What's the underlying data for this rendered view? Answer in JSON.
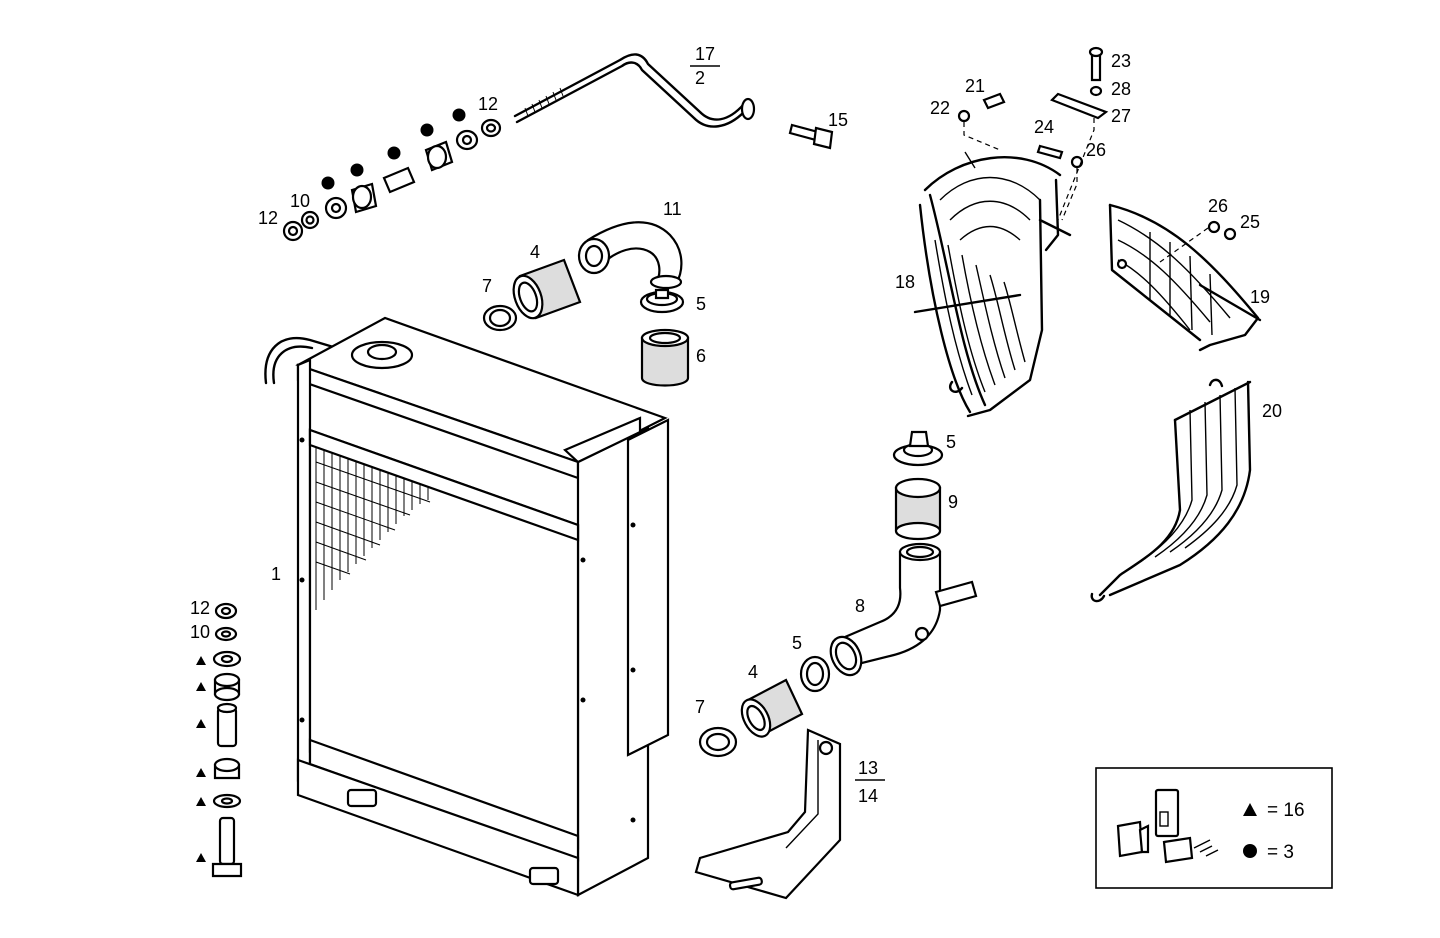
{
  "callouts": {
    "c1": "1",
    "c4a": "4",
    "c4b": "4",
    "c5a": "5",
    "c5b": "5",
    "c5c": "5",
    "c6": "6",
    "c7a": "7",
    "c7b": "7",
    "c8": "8",
    "c9": "9",
    "c10a": "10",
    "c10b": "10",
    "c11": "11",
    "c12a": "12",
    "c12b": "12",
    "c12c": "12",
    "c13": "13",
    "c14": "14",
    "c15": "15",
    "c17": "17",
    "c2": "2",
    "c18": "18",
    "c19": "19",
    "c20": "20",
    "c21": "21",
    "c22": "22",
    "c23": "23",
    "c24": "24",
    "c25": "25",
    "c26a": "26",
    "c26b": "26",
    "c27": "27",
    "c28": "28"
  },
  "legend": {
    "triangle_text": "= 16",
    "dot_text": "= 3"
  }
}
